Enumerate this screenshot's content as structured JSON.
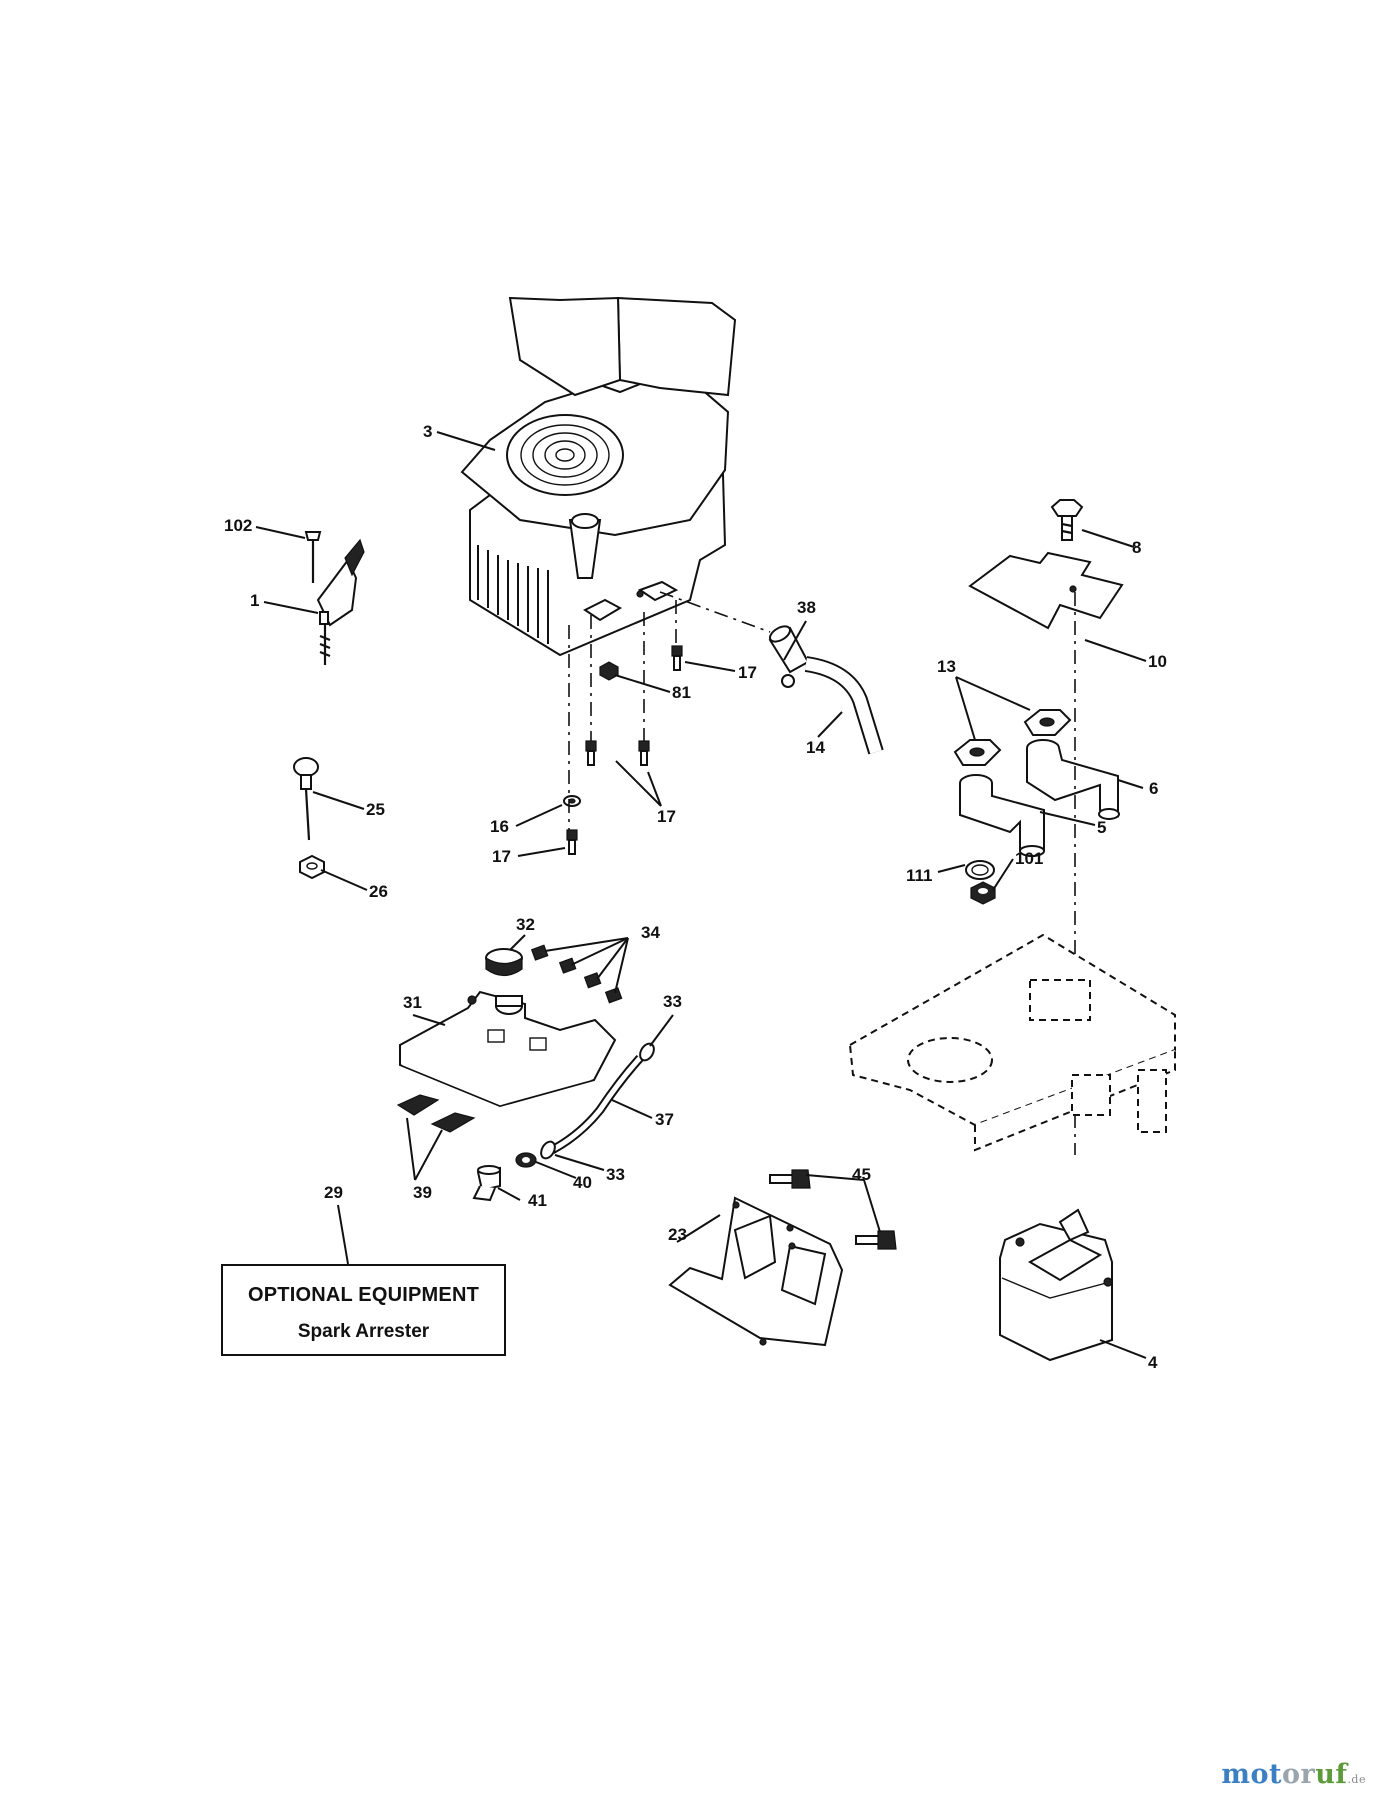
{
  "callouts": {
    "c1": "1",
    "c3": "3",
    "c4": "4",
    "c5": "5",
    "c6": "6",
    "c8": "8",
    "c10": "10",
    "c13": "13",
    "c14": "14",
    "c16": "16",
    "c17a": "17",
    "c17b": "17",
    "c17c": "17",
    "c23": "23",
    "c25": "25",
    "c26": "26",
    "c29": "29",
    "c31": "31",
    "c32": "32",
    "c33a": "33",
    "c33b": "33",
    "c34": "34",
    "c37": "37",
    "c38": "38",
    "c39": "39",
    "c40": "40",
    "c41": "41",
    "c45": "45",
    "c81": "81",
    "c101": "101",
    "c102": "102",
    "c111": "111"
  },
  "optional_box": {
    "title": "OPTIONAL EQUIPMENT",
    "subtitle": "Spark Arrester"
  },
  "watermark": {
    "part1": "mot",
    "part2": "or",
    "part3": "uf",
    "suffix": ".de"
  }
}
